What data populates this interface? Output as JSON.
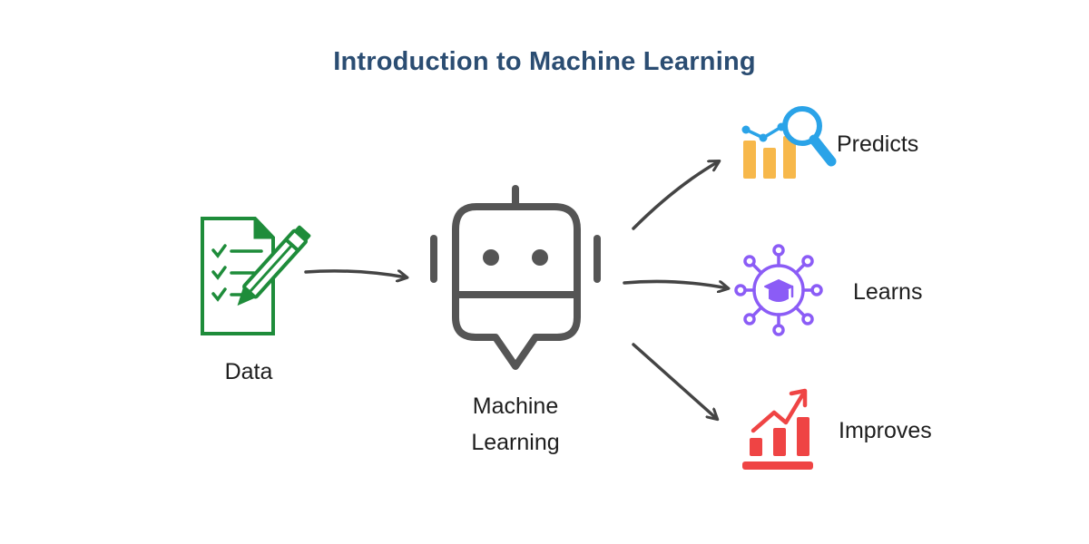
{
  "title": "Introduction to Machine Learning",
  "nodes": {
    "data": "Data",
    "ml_line1": "Machine",
    "ml_line2": "Learning",
    "predicts": "Predicts",
    "learns": "Learns",
    "improves": "Improves"
  },
  "colors": {
    "title": "#2b4d72",
    "data_icon": "#1e8c3a",
    "robot_icon": "#555555",
    "arrow": "#444444",
    "predicts_bars": "#f7b84b",
    "predicts_lens": "#2aa3e8",
    "learns_icon": "#8b5cf6",
    "improves_icon": "#ef4444"
  },
  "icons": [
    "document-pen-icon",
    "robot-icon",
    "chart-magnifier-icon",
    "neural-graduation-icon",
    "growth-chart-icon"
  ]
}
